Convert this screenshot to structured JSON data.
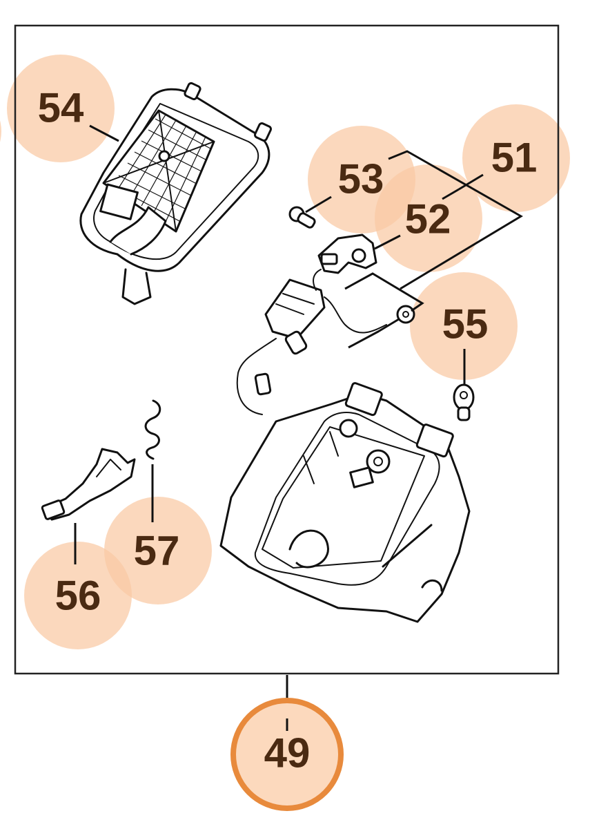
{
  "diagram": {
    "assembly": {
      "label": "49"
    },
    "callouts": [
      {
        "id": "54",
        "label": "54",
        "part": "air-filter"
      },
      {
        "id": "53",
        "label": "53",
        "part": "screw"
      },
      {
        "id": "52",
        "label": "52",
        "part": "switch-bracket"
      },
      {
        "id": "51",
        "label": "51",
        "part": "switch-assembly"
      },
      {
        "id": "55",
        "label": "55",
        "part": "ground-terminal"
      },
      {
        "id": "56",
        "label": "56",
        "part": "throttle-lever"
      },
      {
        "id": "57",
        "label": "57",
        "part": "spring"
      }
    ],
    "colors": {
      "callout_fill": "#f9c9a4",
      "callout_text": "#4a2a12",
      "assembly_ring": "#e88a3c",
      "line": "#111111"
    }
  }
}
